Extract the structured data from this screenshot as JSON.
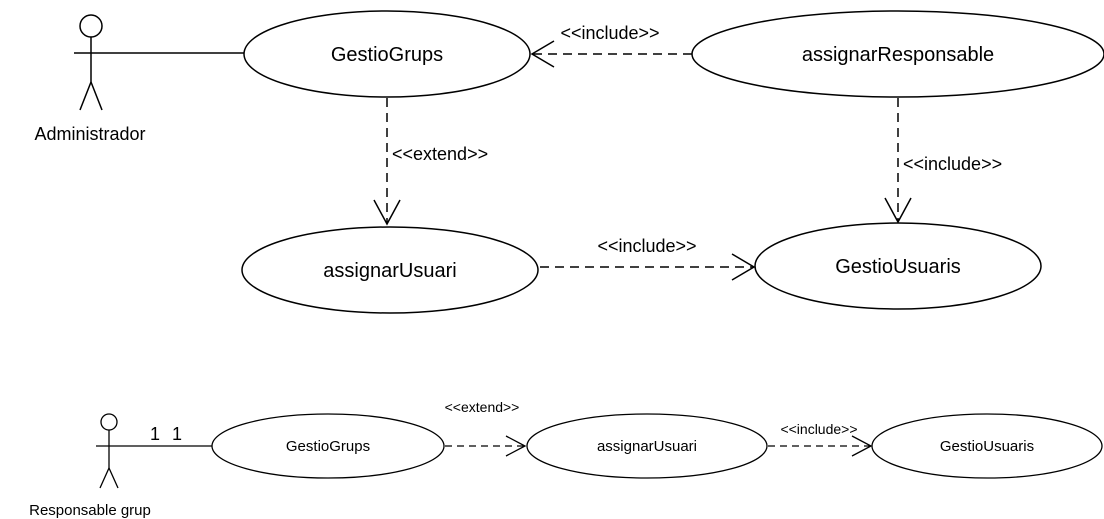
{
  "diagram": {
    "top": {
      "actor": "Administrador",
      "use_cases": {
        "gestio_grups": "GestioGrups",
        "assignar_responsable": "assignarResponsable",
        "assignar_usuari": "assignarUsuari",
        "gestio_usuaris": "GestioUsuaris"
      },
      "relations": {
        "include_responsable_grups": "<<include>>",
        "extend_grups_usuari": "<<extend>>",
        "include_responsable_usuaris": "<<include>>",
        "include_usuari_usuaris": "<<include>>"
      }
    },
    "bottom": {
      "actor": "Responsable grup",
      "multiplicity_actor": "1",
      "multiplicity_usecase": "1",
      "use_cases": {
        "gestio_grups": "GestioGrups",
        "assignar_usuari": "assignarUsuari",
        "gestio_usuaris": "GestioUsuaris"
      },
      "relations": {
        "extend_grups_usuari": "<<extend>>",
        "include_usuari_usuaris": "<<include>>"
      }
    }
  }
}
